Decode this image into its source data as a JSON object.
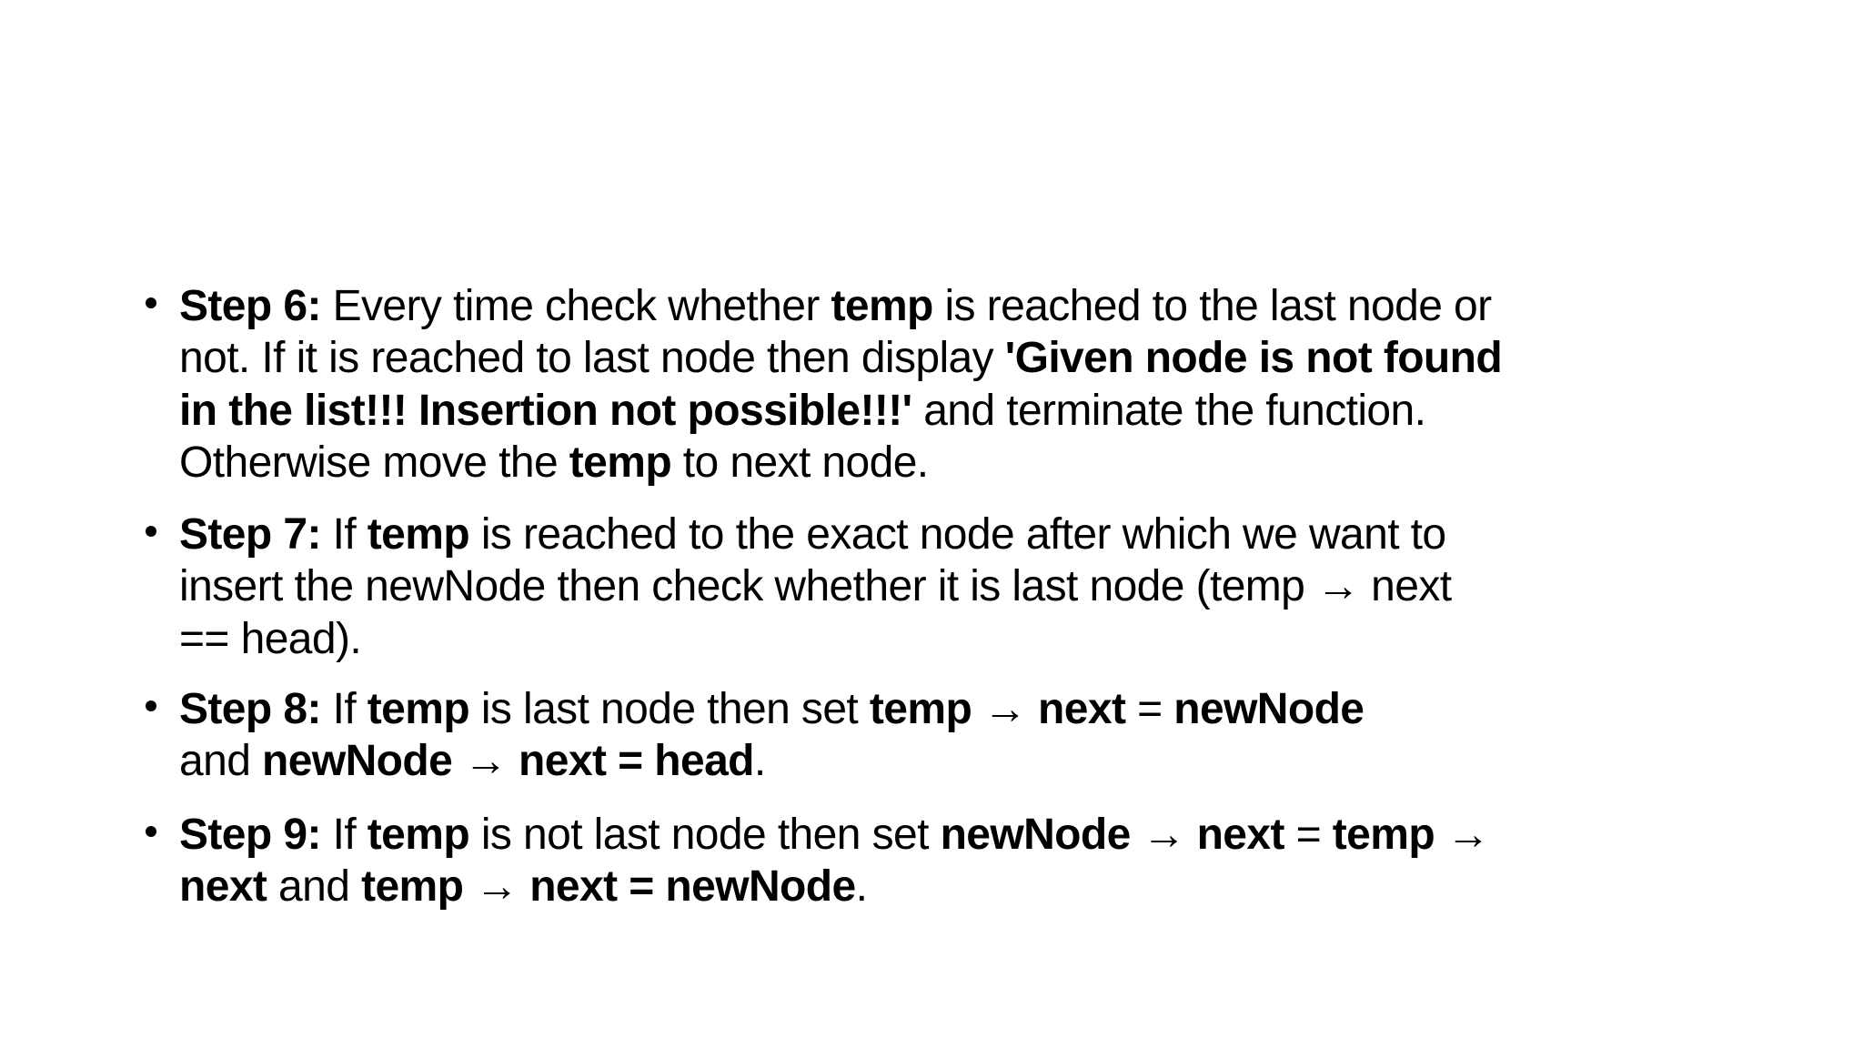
{
  "slide": {
    "background": "#ffffff",
    "text_color": "#000000",
    "steps": [
      {
        "id": "step-6",
        "lines": [
          [
            {
              "text": "Step 6:",
              "bold": true
            },
            {
              "text": " Every time check whether ",
              "bold": false
            },
            {
              "text": "temp",
              "bold": true
            },
            {
              "text": " is reached to the last node or",
              "bold": false
            }
          ],
          [
            {
              "text": "not. If it is reached to last node then display ",
              "bold": false
            },
            {
              "text": "'Given node is not found",
              "bold": true
            }
          ],
          [
            {
              "text": "in the list!!! Insertion not possible!!!'",
              "bold": true
            },
            {
              "text": " and terminate the function.",
              "bold": false
            }
          ],
          [
            {
              "text": "Otherwise move the ",
              "bold": false
            },
            {
              "text": "temp",
              "bold": true
            },
            {
              "text": " to next node.",
              "bold": false
            }
          ]
        ]
      },
      {
        "id": "step-7",
        "lines": [
          [
            {
              "text": "Step 7:",
              "bold": true
            },
            {
              "text": " If ",
              "bold": false
            },
            {
              "text": "temp",
              "bold": true
            },
            {
              "text": " is reached to the exact node after which we want to",
              "bold": false
            }
          ],
          [
            {
              "text": "insert the newNode then check whether it is last node (temp → next",
              "bold": false
            }
          ],
          [
            {
              "text": "== head).",
              "bold": false
            }
          ]
        ]
      },
      {
        "id": "step-8",
        "lines": [
          [
            {
              "text": "Step 8:",
              "bold": true
            },
            {
              "text": " If ",
              "bold": false
            },
            {
              "text": "temp",
              "bold": true
            },
            {
              "text": " is last node then set ",
              "bold": false
            },
            {
              "text": "temp → next",
              "bold": true
            },
            {
              "text": " = ",
              "bold": false
            },
            {
              "text": "newNode",
              "bold": true
            }
          ],
          [
            {
              "text": "and ",
              "bold": false
            },
            {
              "text": "newNode → next = head",
              "bold": true
            },
            {
              "text": ".",
              "bold": false
            }
          ]
        ]
      },
      {
        "id": "step-9",
        "lines": [
          [
            {
              "text": "Step 9:",
              "bold": true
            },
            {
              "text": " If ",
              "bold": false
            },
            {
              "text": "temp",
              "bold": true
            },
            {
              "text": " is not last node then set ",
              "bold": false
            },
            {
              "text": "newNode → next",
              "bold": true
            },
            {
              "text": " = ",
              "bold": false
            },
            {
              "text": "temp →",
              "bold": true
            }
          ],
          [
            {
              "text": "next",
              "bold": true
            },
            {
              "text": " and ",
              "bold": false
            },
            {
              "text": "temp → next = newNode",
              "bold": true
            },
            {
              "text": ".",
              "bold": false
            }
          ]
        ]
      }
    ]
  }
}
